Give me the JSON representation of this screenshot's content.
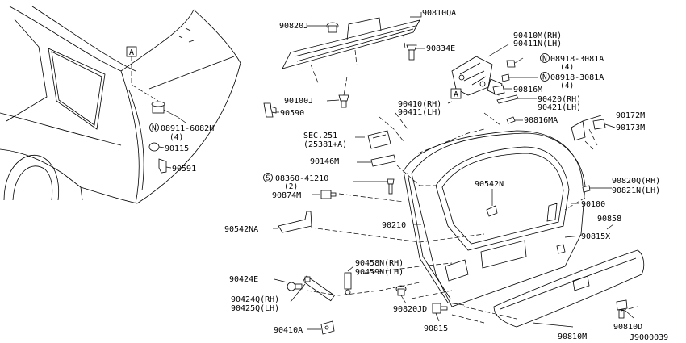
{
  "diagram_id": "J9000039",
  "callouts": {
    "ref_a_car": "A",
    "ref_a_hinge": "A",
    "p90820J": "90820J",
    "p90810QA": "90810QA",
    "p90834E": "90834E",
    "p90410M_rh": "90410M(RH)",
    "p90411N_lh": "90411N(LH)",
    "n08918_1": "08918-3081A",
    "n08918_1_qty": "(4)",
    "n08918_2": "08918-3081A",
    "n08918_2_qty": "(4)",
    "p90816M": "90816M",
    "p90420_rh": "90420(RH)",
    "p90421_lh": "90421(LH)",
    "p90172M": "90172M",
    "p90173M": "90173M",
    "p90816MA": "90816MA",
    "p90410_rh": "90410(RH)",
    "p90411_lh": "90411(LH)",
    "p90100J": "90100J",
    "p90590": "90590",
    "n08911": "08911-6082H",
    "n08911_qty": "(4)",
    "p90115": "90115",
    "p90591": "90591",
    "sec251": "SEC.251",
    "sec251_sub": "(25381+A)",
    "p90146M": "90146M",
    "s08360": "08360-41210",
    "s08360_qty": "(2)",
    "p90874M": "90874M",
    "p90542NA": "90542NA",
    "p90210": "90210",
    "p90542N": "90542N",
    "p90820Q_rh": "90820Q(RH)",
    "p90821N_lh": "90821N(LH)",
    "p90100": "90100",
    "p90858": "90858",
    "p90815X": "90815X",
    "p90424E": "90424E",
    "p90458N_rh": "90458N(RH)",
    "p90459N_lh": "90459N(LH)",
    "p90424Q_rh": "90424Q(RH)",
    "p90425Q_lh": "90425Q(LH)",
    "p90820JD": "90820JD",
    "p90815": "90815",
    "p90410A": "90410A",
    "p90810D": "90810D",
    "p90810M": "90810M"
  },
  "symbols": {
    "nut_letter": "N",
    "screw_letter": "S"
  }
}
